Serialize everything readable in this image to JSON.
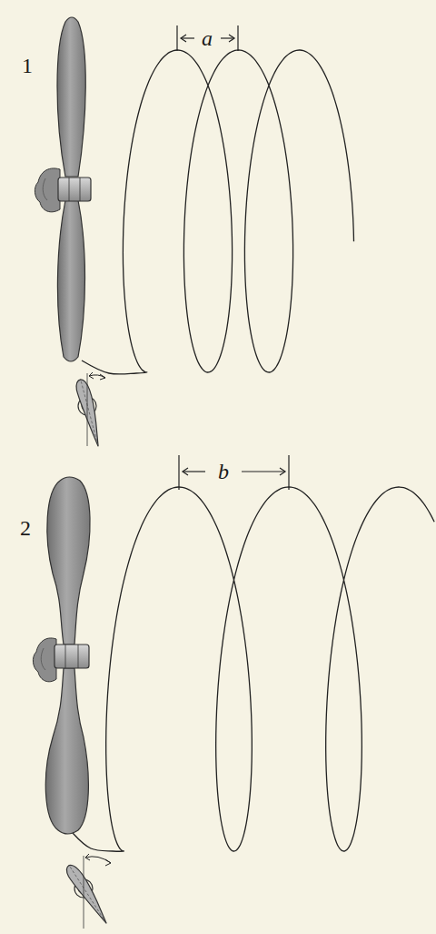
{
  "diagram": {
    "labels": [
      "a",
      "1",
      "b",
      "2"
    ]
  }
}
